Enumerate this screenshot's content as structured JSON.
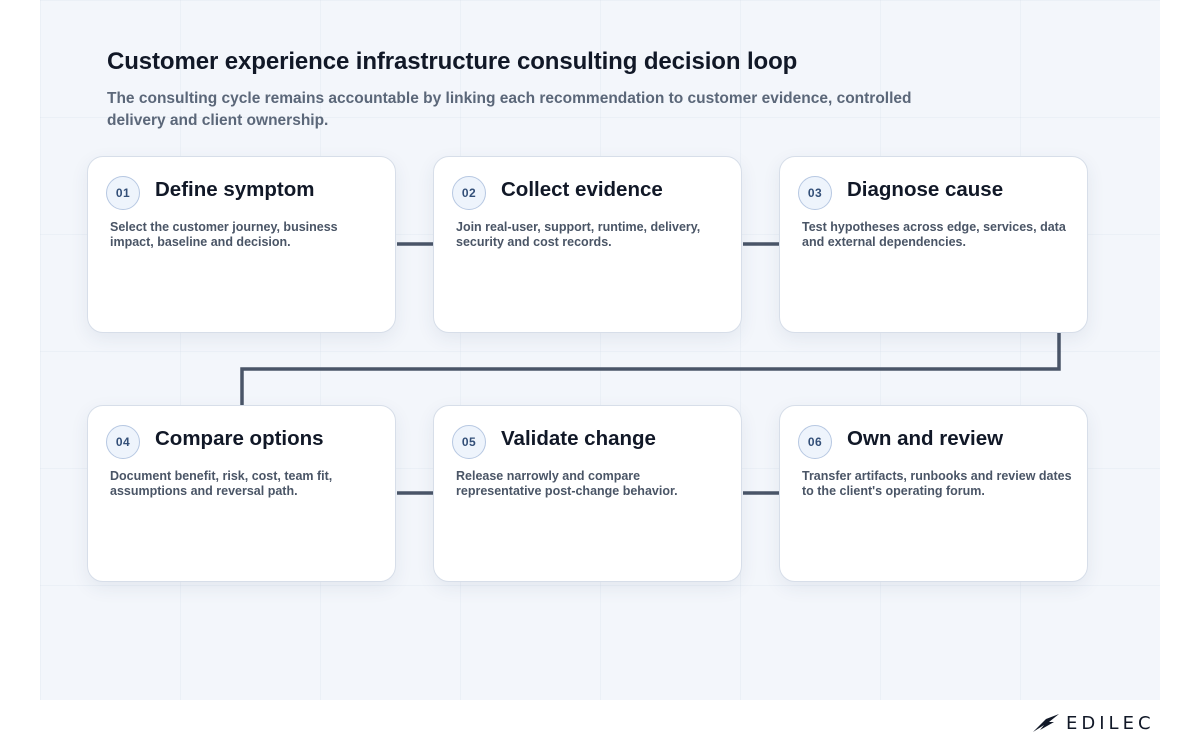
{
  "title": "Customer experience infrastructure consulting decision loop",
  "subtitle": "The consulting cycle remains accountable by linking each recommendation to customer evidence, controlled delivery and client ownership.",
  "steps": [
    {
      "num": "01",
      "title": "Define symptom",
      "desc": "Select the customer journey, business impact, baseline and decision."
    },
    {
      "num": "02",
      "title": "Collect evidence",
      "desc": "Join real-user, support, runtime, delivery, security and cost records."
    },
    {
      "num": "03",
      "title": "Diagnose cause",
      "desc": "Test hypotheses across edge, services, data and external dependencies."
    },
    {
      "num": "04",
      "title": "Compare options",
      "desc": "Document benefit, risk, cost, team fit, assumptions and reversal path."
    },
    {
      "num": "05",
      "title": "Validate change",
      "desc": "Release narrowly and compare representative post-change behavior."
    },
    {
      "num": "06",
      "title": "Own and review",
      "desc": "Transfer artifacts, runbooks and review dates to the client's operating forum."
    }
  ],
  "logo": {
    "text": "EDILEC",
    "icon": "bird-mark-icon"
  },
  "colors": {
    "connector": "#4a5568",
    "badge_border": "#b7c8e2",
    "title": "#111827"
  }
}
